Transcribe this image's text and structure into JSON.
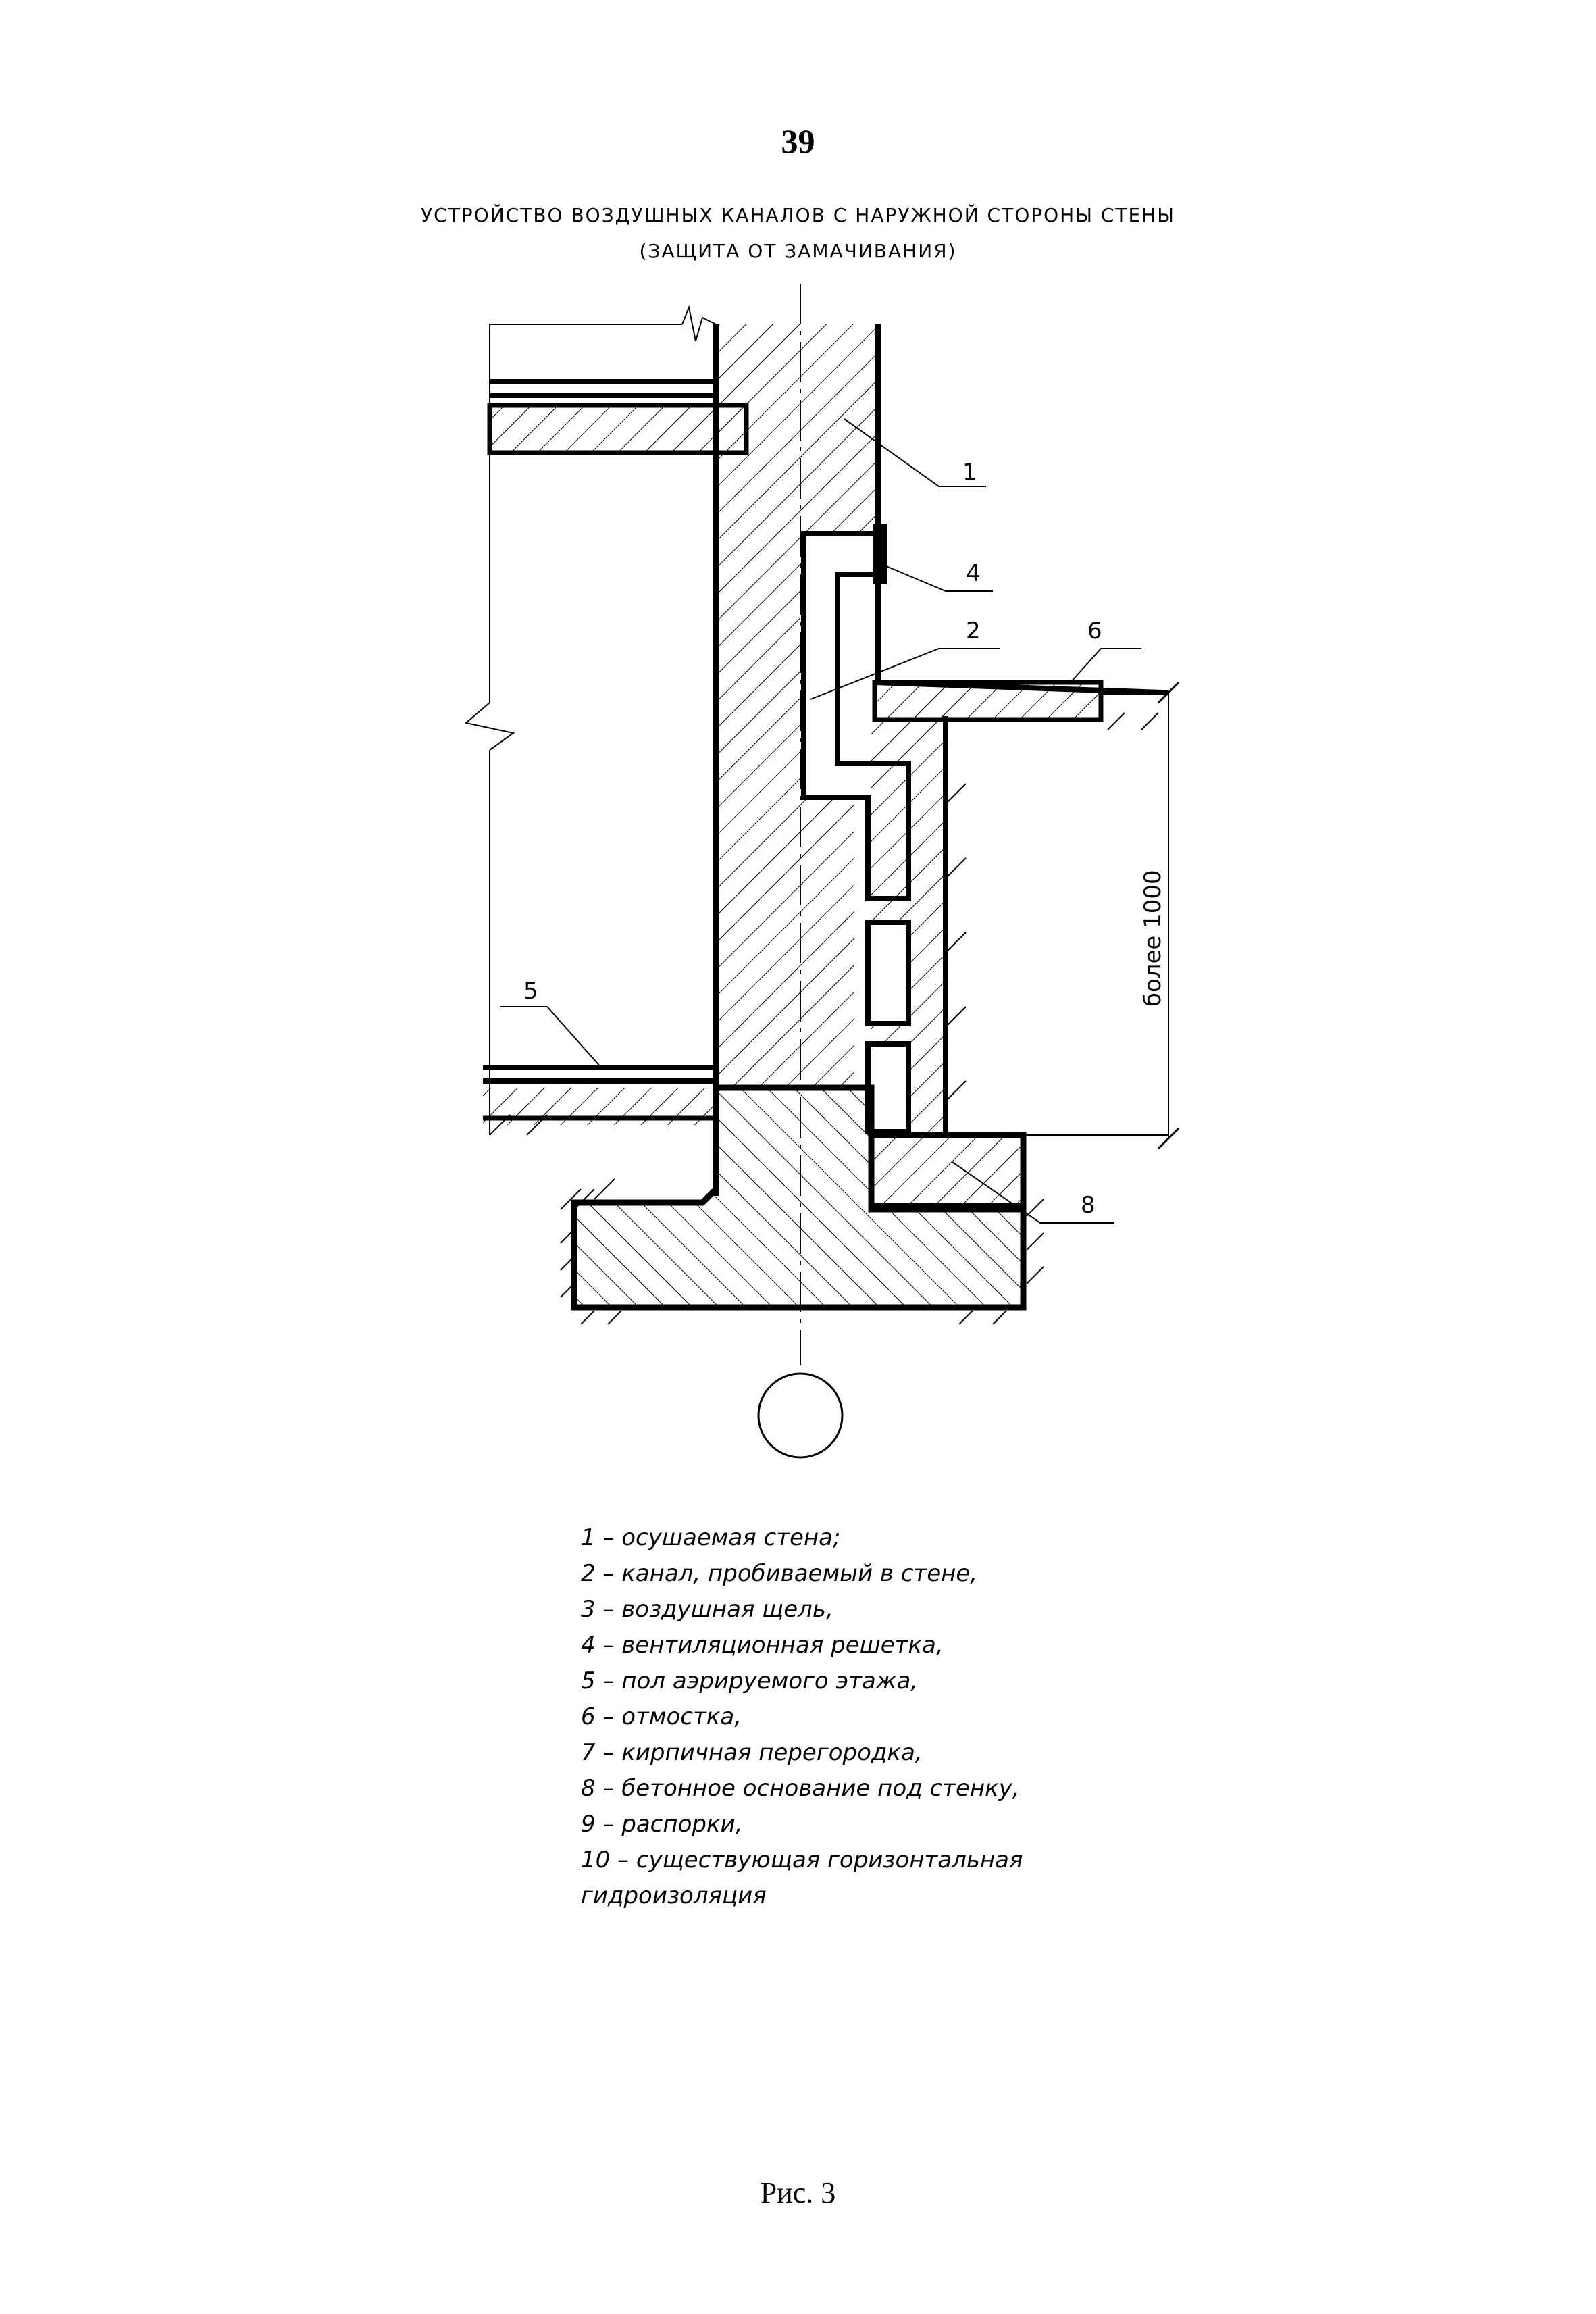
{
  "page_number": "39",
  "title_line1": "УСТРОЙСТВО ВОЗДУШНЫХ КАНАЛОВ С НАРУЖНОЙ СТОРОНЫ СТЕНЫ",
  "title_line2": "(ЗАЩИТА ОТ ЗАМАЧИВАНИЯ)",
  "diagram": {
    "callouts": [
      "1",
      "2",
      "4",
      "5",
      "6",
      "8"
    ],
    "dimension_label": "более 1000"
  },
  "legend": [
    "1 – осушаемая стена;",
    "2 – канал, пробиваемый в стене,",
    "3 – воздушная щель,",
    "4 – вентиляционная решетка,",
    "5 – пол аэрируемого этажа,",
    "6 – отмостка,",
    "7 – кирпичная перегородка,",
    "8 – бетонное основание под стенку,",
    "9 – распорки,",
    "10 – существующая горизонтальная",
    "гидроизоляция"
  ],
  "caption": "Рис. 3"
}
